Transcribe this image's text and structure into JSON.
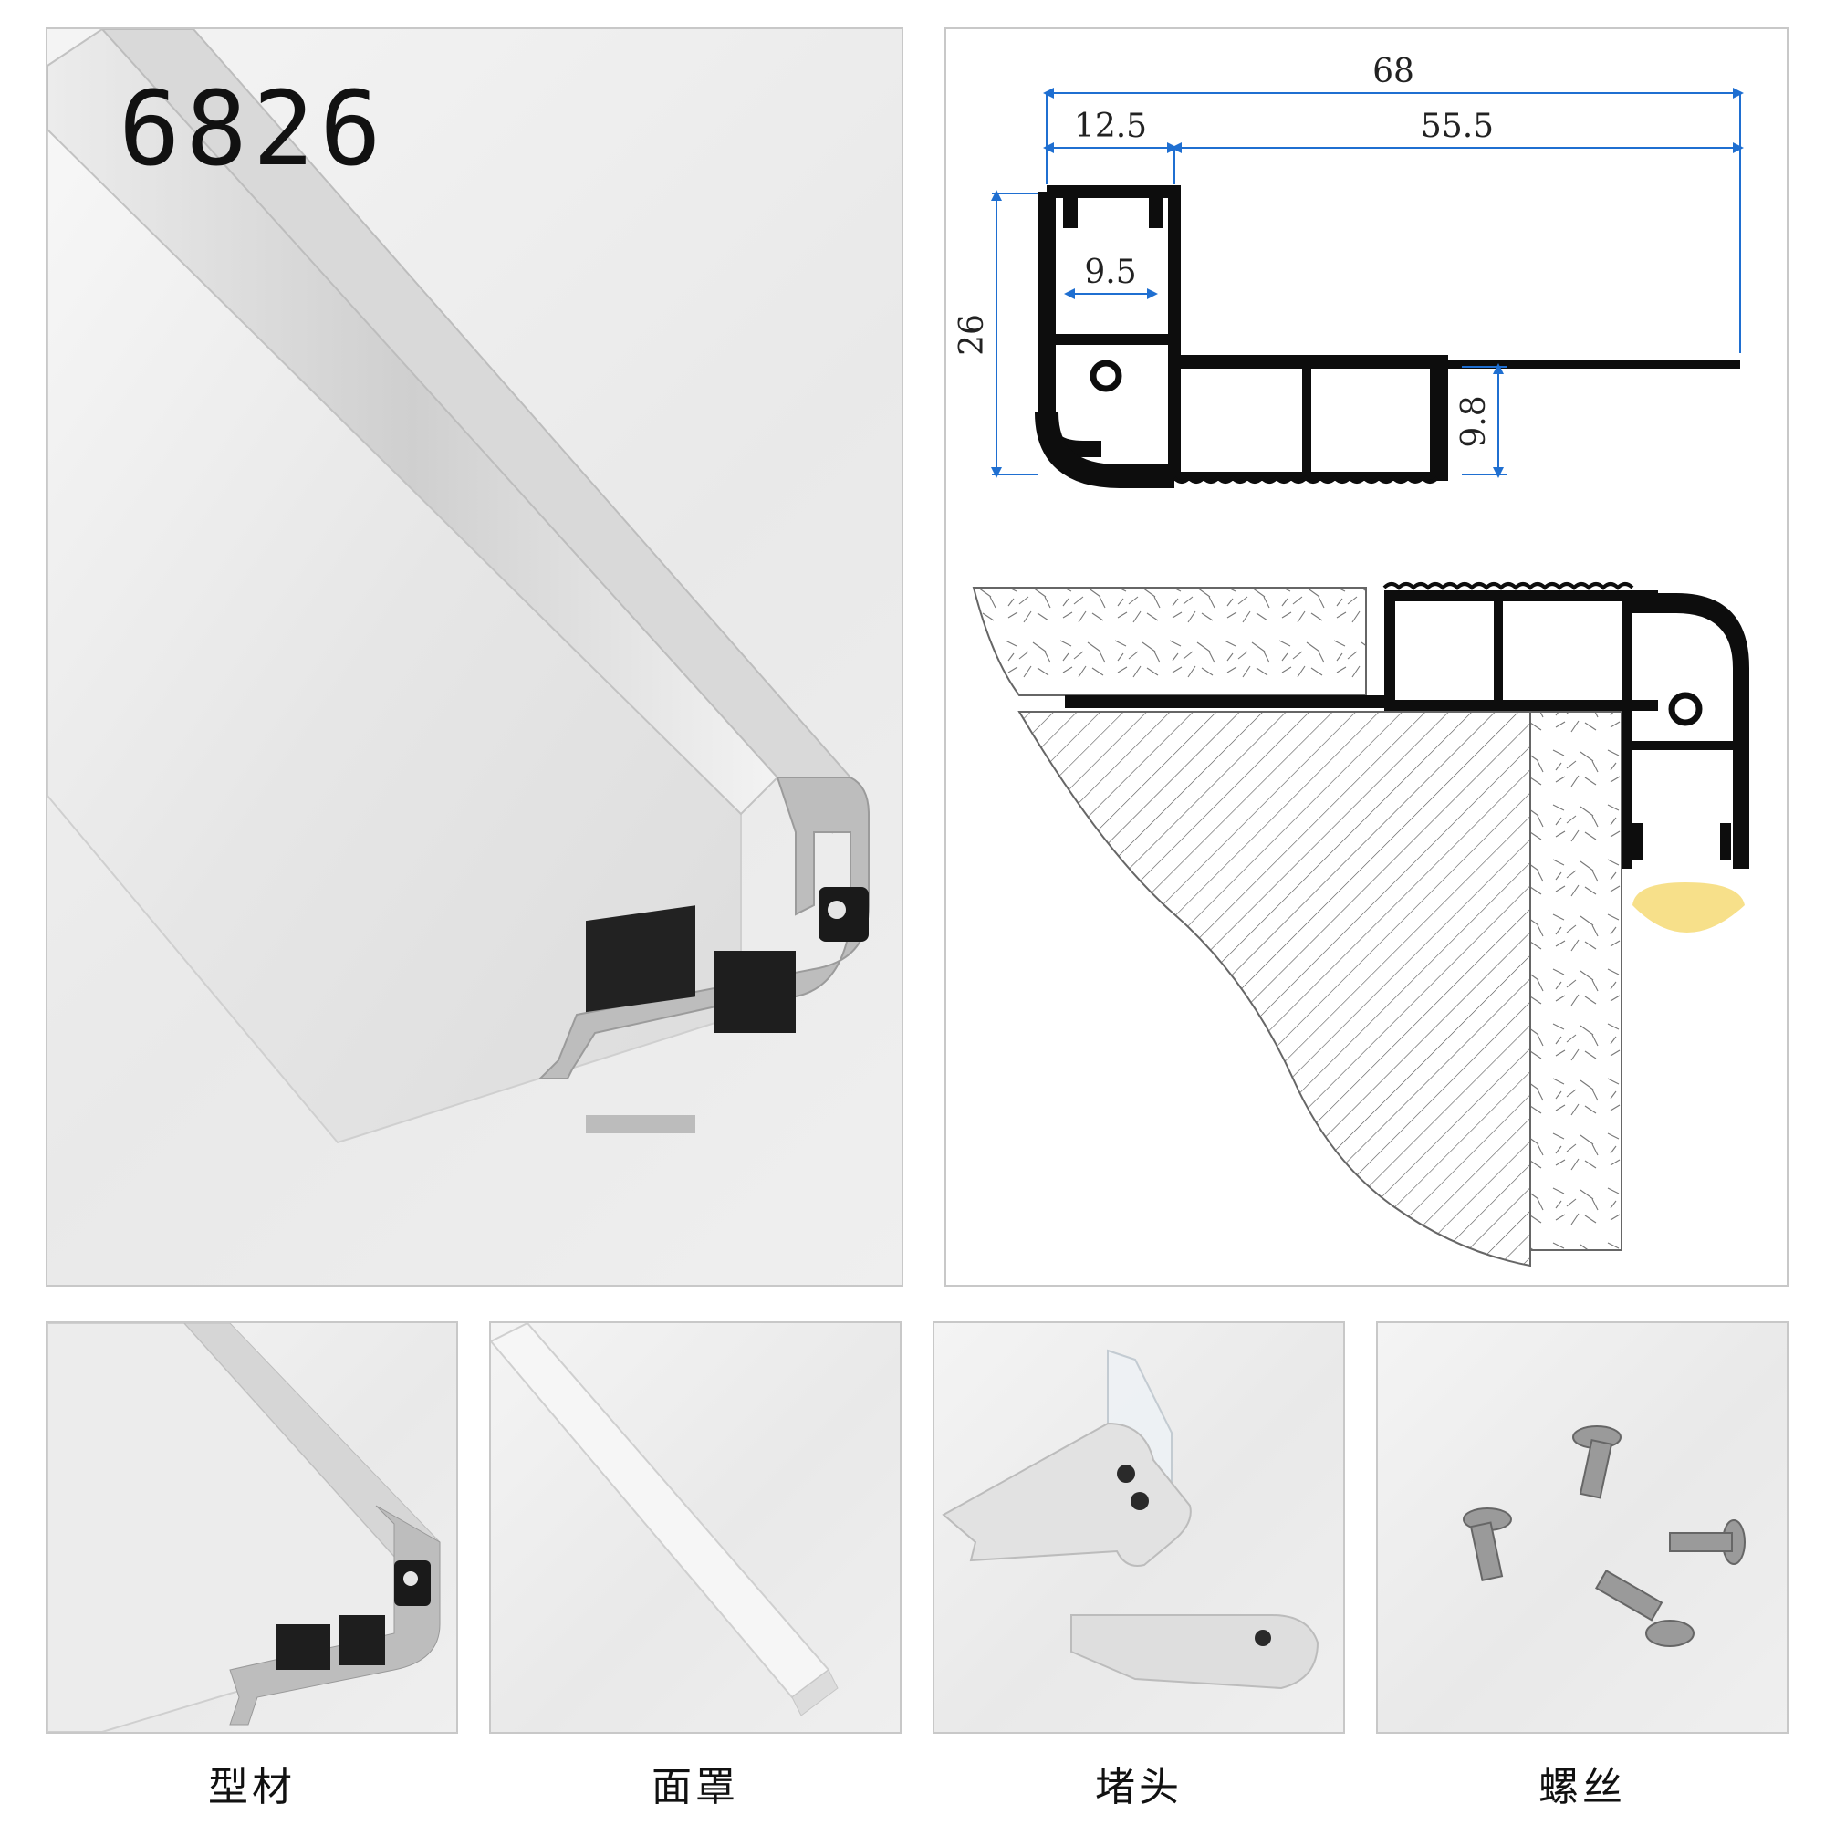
{
  "product": {
    "model_code": "6826"
  },
  "dimensions": {
    "overall_width": "68",
    "channel_width": "12.5",
    "flange_width": "55.5",
    "inner_width": "9.5",
    "height": "26",
    "step_height": "9.8"
  },
  "captions": {
    "profile": "型材",
    "cover": "面罩",
    "end_cap": "堵头",
    "screws": "螺丝"
  },
  "colors": {
    "dimension_line": "#1f6fd1",
    "profile_fill": "#0d0d0d",
    "led_glow": "#f7e08a",
    "panel_border": "#c8c8c8"
  }
}
